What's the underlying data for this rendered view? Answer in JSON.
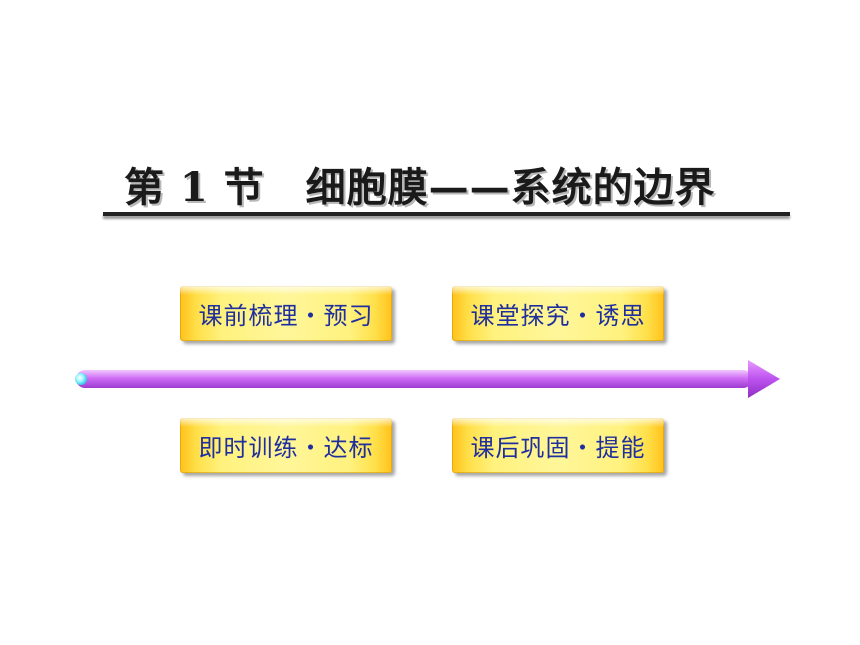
{
  "slide": {
    "title": "第 1 节　细胞膜——系统的边界"
  },
  "nav_buttons": [
    {
      "label": "课前梳理・预习"
    },
    {
      "label": "课堂探究・诱思"
    },
    {
      "label": "即时训练・达标"
    },
    {
      "label": "课后巩固・提能"
    }
  ],
  "colors": {
    "button_text": "#1f2f9e",
    "button_fill": "#fff27e",
    "arrow": "#c35cf0",
    "title_text": "#1a1a1a"
  }
}
